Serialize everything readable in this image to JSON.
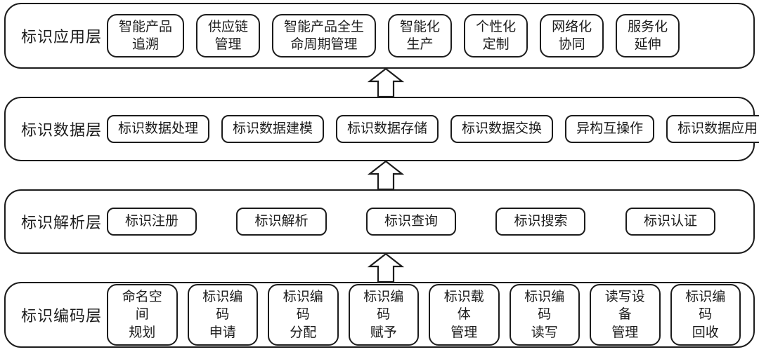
{
  "diagram": {
    "title": "industrial-identifier-architecture",
    "stroke_color": "#1c1c1c",
    "background_color": "#ffffff",
    "arrow_icon": "hollow-up-arrow",
    "layers": [
      {
        "id": "application",
        "label": "标识应用层",
        "boxes": [
          "智能产品\n追溯",
          "供应链\n管理",
          "智能产品全生\n命周期管理",
          "智能化\n生产",
          "个性化\n定制",
          "网络化\n协同",
          "服务化\n延伸"
        ]
      },
      {
        "id": "data",
        "label": "标识数据层",
        "boxes": [
          "标识数据处理",
          "标识数据建模",
          "标识数据存储",
          "标识数据交换",
          "异构互操作",
          "标识数据应用"
        ]
      },
      {
        "id": "resolution",
        "label": "标识解析层",
        "boxes": [
          "标识注册",
          "标识解析",
          "标识查询",
          "标识搜索",
          "标识认证"
        ]
      },
      {
        "id": "encoding",
        "label": "标识编码层",
        "boxes": [
          "命名空间\n规划",
          "标识编码\n申请",
          "标识编码\n分配",
          "标识编码\n赋予",
          "标识载体\n管理",
          "标识编码\n读写",
          "读写设备\n管理",
          "标识编码\n回收"
        ]
      }
    ]
  }
}
